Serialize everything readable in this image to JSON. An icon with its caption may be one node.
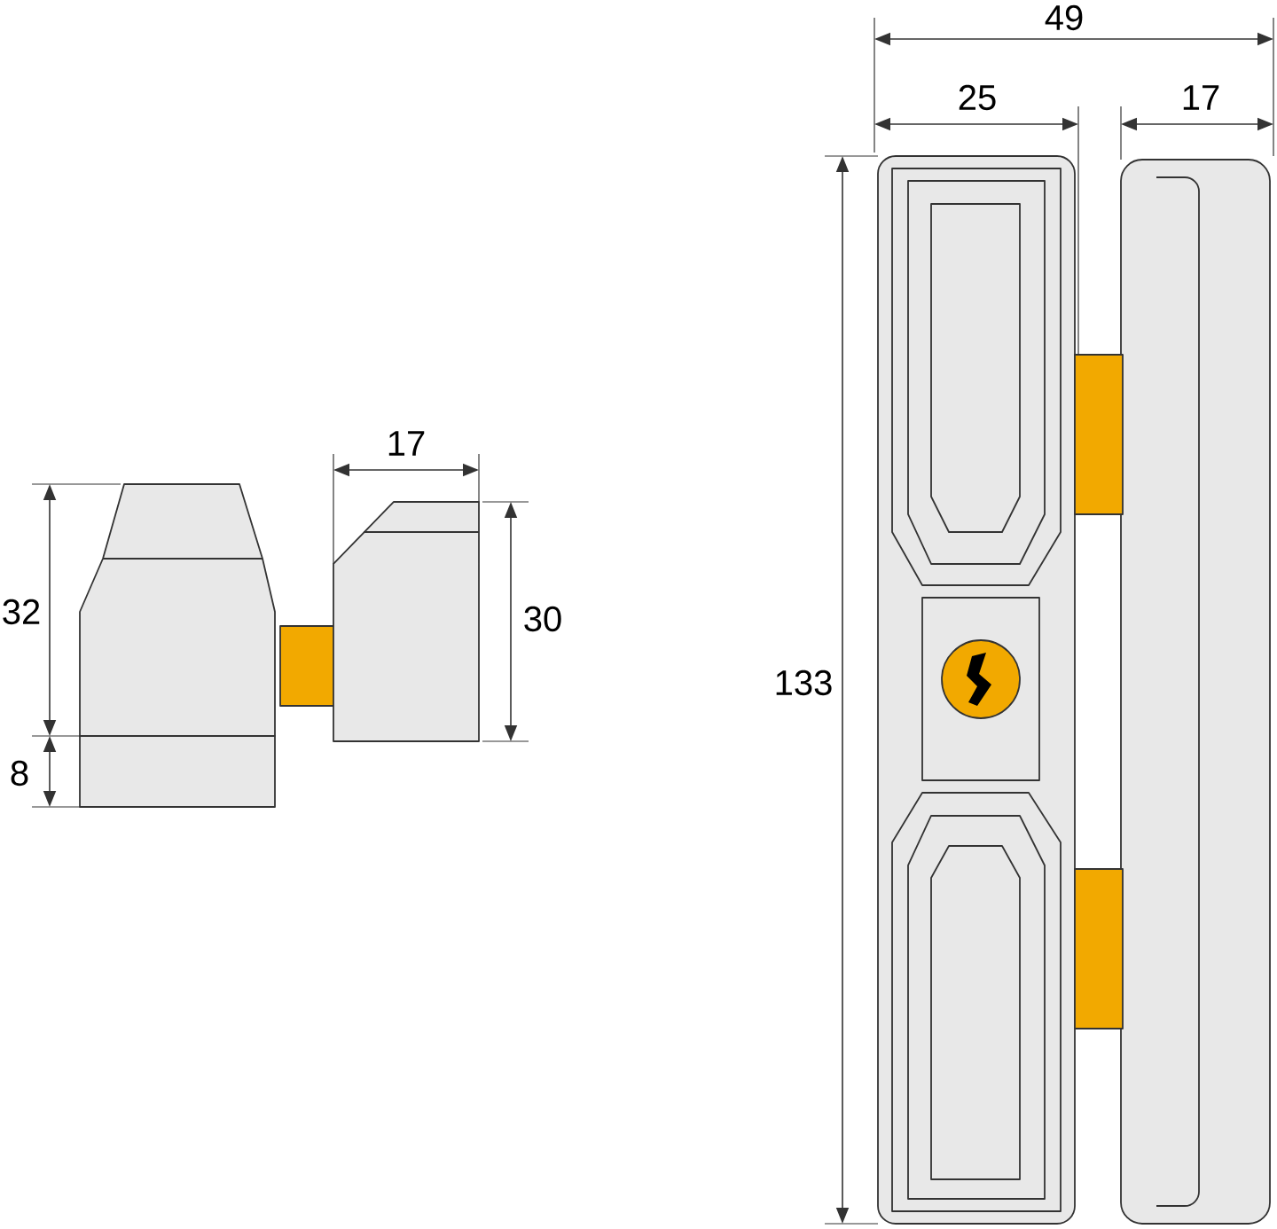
{
  "diagram": {
    "labels": [
      "49",
      "25",
      "17",
      "17",
      "32",
      "30",
      "133",
      "8"
    ]
  }
}
